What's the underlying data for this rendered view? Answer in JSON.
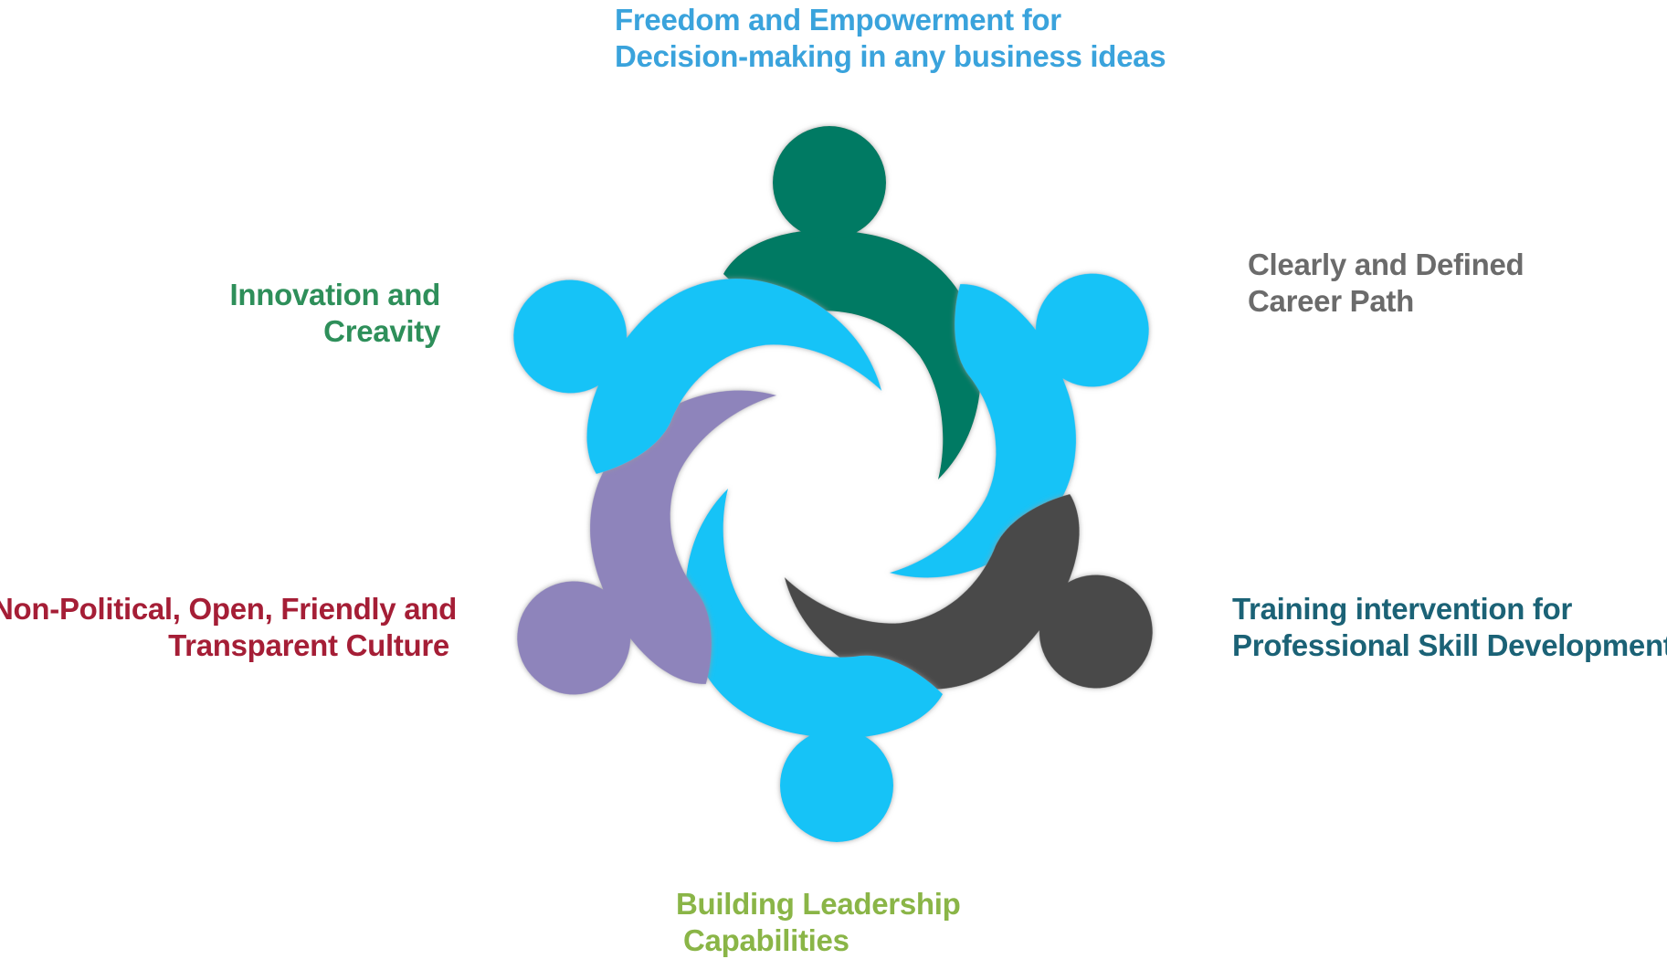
{
  "colors": {
    "cyan": "#16c3f7",
    "teal": "#007a63",
    "gray": "#4a4a4a",
    "purple": "#8e84bb",
    "shadow": "#c7c7c7"
  },
  "figures": [
    {
      "name": "teal-figure",
      "color": "#007a63"
    },
    {
      "name": "cyan-figure-right",
      "color": "#16c3f7"
    },
    {
      "name": "gray-figure",
      "color": "#4a4a4a"
    },
    {
      "name": "cyan-figure-bottom",
      "color": "#16c3f7"
    },
    {
      "name": "purple-figure",
      "color": "#8e84bb"
    },
    {
      "name": "cyan-figure-left",
      "color": "#16c3f7"
    }
  ],
  "labels": {
    "freedom": {
      "line1": "Freedom and Empowerment for",
      "line2": "Decision-making in any business ideas",
      "color": "#3aa3dc"
    },
    "career": {
      "line1": "Clearly and Defined",
      "line2": "Career Path",
      "color": "#6b6b6b"
    },
    "training": {
      "line1": "Training intervention for",
      "line2": "Professional Skill Development",
      "color": "#1b6276"
    },
    "leadership": {
      "line1": "Building Leadership",
      "line2": "Capabilities",
      "color": "#8ab547"
    },
    "culture": {
      "line1": "Non-Political, Open, Friendly and",
      "line2": "Transparent Culture",
      "color": "#a51e36"
    },
    "innovation": {
      "line1": "Innovation and",
      "line2": "Creavity",
      "color": "#2e8f5a"
    }
  }
}
